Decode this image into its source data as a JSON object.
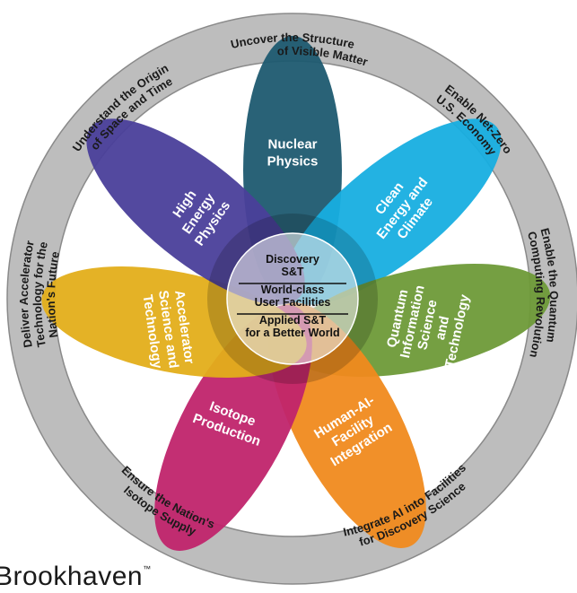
{
  "ring_labels": [
    {
      "id": "structure",
      "lines": [
        "Uncover the Structure",
        "of Visible Matter"
      ]
    },
    {
      "id": "net-zero",
      "lines": [
        "Enable Net-Zero",
        "U.S. Economy"
      ]
    },
    {
      "id": "quantum",
      "lines": [
        "Enable the Quantum",
        "Computing Revolution"
      ]
    },
    {
      "id": "ai",
      "lines": [
        "Integrate AI into Facilities",
        "for Discovery Science"
      ]
    },
    {
      "id": "isotope-supply",
      "lines": [
        "Ensure the Nation's",
        "Isotope Supply"
      ]
    },
    {
      "id": "accelerator-tech",
      "lines": [
        "Deliver Accelerator",
        "Technology for the",
        "Nation's Future"
      ]
    },
    {
      "id": "origin",
      "lines": [
        "Understand the Origin",
        "of Space and Time"
      ]
    }
  ],
  "petals": [
    {
      "id": "nuclear-physics",
      "lines": [
        "Nuclear",
        "Physics"
      ],
      "color": "#1E5A70"
    },
    {
      "id": "clean-energy",
      "lines": [
        "Clean",
        "Energy and",
        "Climate"
      ],
      "color": "#17AEE0"
    },
    {
      "id": "quantum-info",
      "lines": [
        "Quantum",
        "Information",
        "Science",
        "and",
        "Technology"
      ],
      "color": "#6E9A38"
    },
    {
      "id": "human-ai",
      "lines": [
        "Human-AI-",
        "Facility",
        "Integration"
      ],
      "color": "#F08A1E"
    },
    {
      "id": "isotope-production",
      "lines": [
        "Isotope",
        "Production"
      ],
      "color": "#C0246C"
    },
    {
      "id": "accelerator-science",
      "lines": [
        "Accelerator",
        "Science and",
        "Technology"
      ],
      "color": "#E3AE1A"
    },
    {
      "id": "high-energy-physics",
      "lines": [
        "High",
        "Energy",
        "Physics"
      ],
      "color": "#4A3F9A"
    }
  ],
  "center": [
    {
      "id": "discovery",
      "lines": [
        "Discovery",
        "S&T"
      ]
    },
    {
      "id": "facilities",
      "lines": [
        "World-class",
        "User Facilities"
      ]
    },
    {
      "id": "applied",
      "lines": [
        "Applied S&T",
        "for a Better World"
      ]
    }
  ],
  "logo": {
    "text": "Brookhaven",
    "mark": "™"
  },
  "colors": {
    "ring": "#BDBDBD",
    "ring_edge": "#8A8A8A",
    "background": "#FFFFFF"
  }
}
